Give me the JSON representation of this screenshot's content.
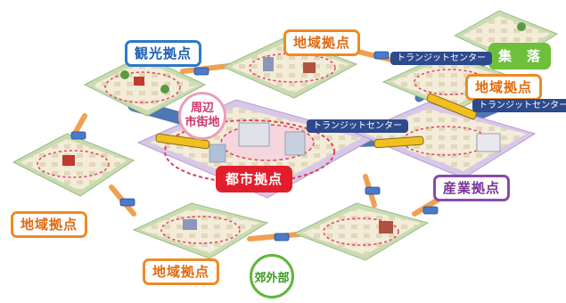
{
  "labels": {
    "tourism_hub": "観光拠点",
    "regional_hub_top": "地域拠点",
    "regional_hub_right": "地域拠点",
    "regional_hub_left": "地域拠点",
    "regional_hub_bottom": "地域拠点",
    "village": "集　落",
    "urban_hub": "都市拠点",
    "surrounding_city_line1": "周辺",
    "surrounding_city_line2": "市街地",
    "industrial_hub": "産業拠点",
    "suburb": "郊外部",
    "transit_center_a": "トランジットセンター",
    "transit_center_b": "トランジットセンター",
    "transit_center_c": "トランジットセンター"
  },
  "colors": {
    "regional": "#f08a24",
    "tourism": "#2e78c8",
    "village": "#6fbf3a",
    "urban": "#e21e2d",
    "industrial": "#8a4aa8",
    "suburb": "#5fb63a",
    "transit": "#2c4a8c",
    "rail_line": "#2f5fa8",
    "road_link": "#f0a050"
  }
}
